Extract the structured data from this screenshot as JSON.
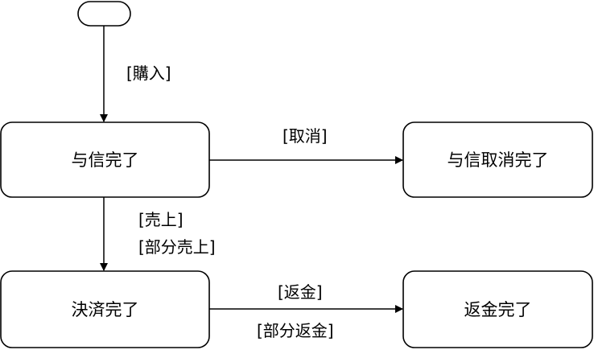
{
  "states": {
    "yoshin_kanryo": "与信完了",
    "yoshin_torikeshi_kanryo": "与信取消完了",
    "kessai_kanryo": "決済完了",
    "henkin_kanryo": "返金完了"
  },
  "transitions": {
    "purchase": "[購入]",
    "cancel": "[取消]",
    "sale": "[売上]",
    "partial_sale": "[部分売上]",
    "refund": "[返金]",
    "partial_refund": "[部分返金]"
  }
}
